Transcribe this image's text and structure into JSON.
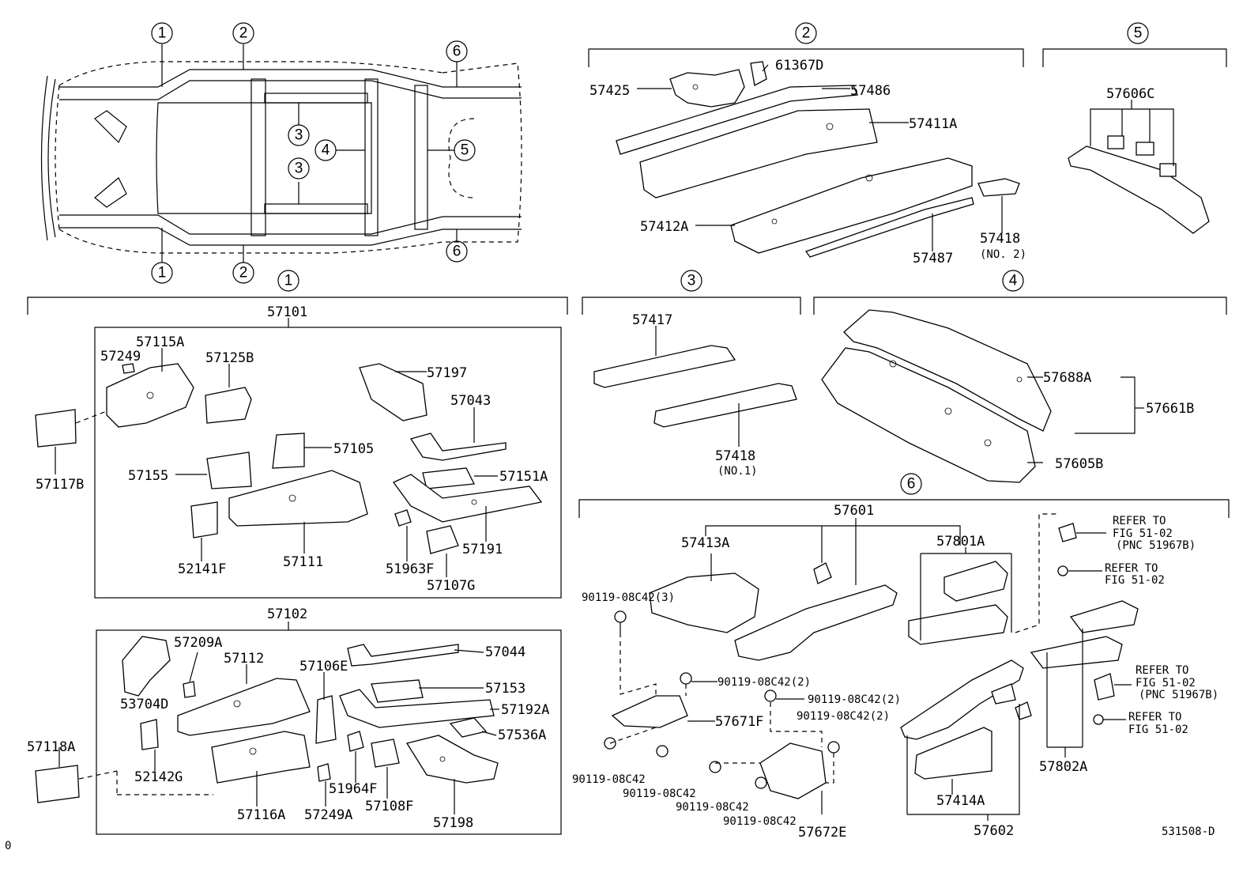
{
  "overview": {
    "callouts_top": [
      "1",
      "2",
      "6"
    ],
    "callouts_mid": [
      "3",
      "4",
      "3",
      "5"
    ],
    "callouts_bottom": [
      "1",
      "2",
      "6"
    ]
  },
  "section1": {
    "number": "1",
    "assembly": "57101",
    "parts": {
      "p57115A": "57115A",
      "p57249": "57249",
      "p57125B": "57125B",
      "p57197": "57197",
      "p57043": "57043",
      "p57105": "57105",
      "p57155": "57155",
      "p57151A": "57151A",
      "p57117B": "57117B",
      "p52141F": "52141F",
      "p57111": "57111",
      "p51963F": "51963F",
      "p57107G": "57107G",
      "p57191": "57191"
    }
  },
  "section1b": {
    "assembly": "57102",
    "parts": {
      "p57209A": "57209A",
      "p57112": "57112",
      "p57106E": "57106E",
      "p57044": "57044",
      "p53704D": "53704D",
      "p57153": "57153",
      "p57192A": "57192A",
      "p57118A": "57118A",
      "p52142G": "52142G",
      "p57536A": "57536A",
      "p51964F": "51964F",
      "p57116A": "57116A",
      "p57249A": "57249A",
      "p57108F": "57108F",
      "p57198": "57198"
    }
  },
  "section2": {
    "number": "2",
    "parts": {
      "p61367D": "61367D",
      "p57425": "57425",
      "p57486": "57486",
      "p57411A": "57411A",
      "p57412A": "57412A",
      "p57487": "57487",
      "p57418": "57418",
      "p57418_note": "(NO. 2)"
    }
  },
  "section3": {
    "number": "3",
    "parts": {
      "p57417": "57417",
      "p57418": "57418",
      "p57418_note": "(NO.1)"
    }
  },
  "section4": {
    "number": "4",
    "parts": {
      "p57688A": "57688A",
      "p57661B": "57661B",
      "p57605B": "57605B"
    }
  },
  "section5": {
    "number": "5",
    "parts": {
      "p57606C": "57606C"
    }
  },
  "section6": {
    "number": "6",
    "assembly": "57601",
    "parts": {
      "p57413A": "57413A",
      "p57801A": "57801A",
      "bolt3": "90119-08C42(3)",
      "bolt2a": "90119-08C42(2)",
      "bolt2b": "90119-08C42(2)",
      "bolt2c": "90119-08C42(2)",
      "bolt_a": "90119-08C42",
      "bolt_b": "90119-08C42",
      "bolt_c": "90119-08C42",
      "bolt_d": "90119-08C42",
      "p57671F": "57671F",
      "p57672E": "57672E",
      "p57414A": "57414A",
      "p57802A": "57802A",
      "p57602": "57602"
    },
    "refs": {
      "r1_l1": "REFER TO",
      "r1_l2": "FIG 51-02",
      "r1_l3": "(PNC 51967B)",
      "r2_l1": "REFER TO",
      "r2_l2": "FIG 51-02",
      "r3_l1": "REFER TO",
      "r3_l2": "FIG 51-02",
      "r3_l3": "(PNC 51967B)",
      "r4_l1": "REFER TO",
      "r4_l2": "FIG 51-02"
    }
  },
  "footer": {
    "code": "531508-D",
    "page_marker": "0"
  }
}
